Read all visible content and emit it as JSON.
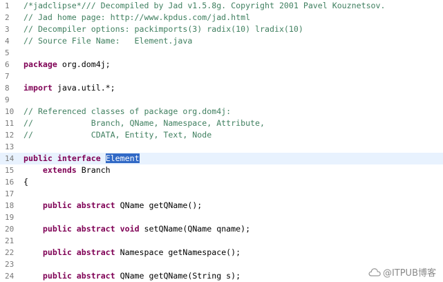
{
  "editor": {
    "current_line": 14,
    "colors": {
      "comment": "#3f7f5f",
      "keyword": "#7f0055",
      "plain": "#000000",
      "line_number": "#787878",
      "current_line_bg": "#e8f2fe",
      "selection_bg": "#3169c6"
    },
    "lines": [
      {
        "n": "1",
        "tokens": [
          {
            "t": "comment",
            "v": "/*jadclipse*/// Decompiled by Jad v1.5.8g. Copyright 2001 Pavel Kouznetsov."
          }
        ]
      },
      {
        "n": "2",
        "tokens": [
          {
            "t": "comment",
            "v": "// Jad home page: http://www.kpdus.com/jad.html"
          }
        ]
      },
      {
        "n": "3",
        "tokens": [
          {
            "t": "comment",
            "v": "// Decompiler options: packimports(3) radix(10) lradix(10)"
          }
        ]
      },
      {
        "n": "4",
        "tokens": [
          {
            "t": "comment",
            "v": "// Source File Name:   Element.java"
          }
        ]
      },
      {
        "n": "5",
        "tokens": []
      },
      {
        "n": "6",
        "tokens": [
          {
            "t": "keyword",
            "v": "package"
          },
          {
            "t": "plain",
            "v": " org.dom4j;"
          }
        ]
      },
      {
        "n": "7",
        "tokens": []
      },
      {
        "n": "8",
        "tokens": [
          {
            "t": "keyword",
            "v": "import"
          },
          {
            "t": "plain",
            "v": " java.util.*;"
          }
        ]
      },
      {
        "n": "9",
        "tokens": []
      },
      {
        "n": "10",
        "tokens": [
          {
            "t": "comment",
            "v": "// Referenced classes of package org.dom4j:"
          }
        ]
      },
      {
        "n": "11",
        "tokens": [
          {
            "t": "comment",
            "v": "//            Branch, QName, Namespace, Attribute,"
          }
        ]
      },
      {
        "n": "12",
        "tokens": [
          {
            "t": "comment",
            "v": "//            CDATA, Entity, Text, Node"
          }
        ]
      },
      {
        "n": "13",
        "tokens": []
      },
      {
        "n": "14",
        "tokens": [
          {
            "t": "keyword",
            "v": "public"
          },
          {
            "t": "plain",
            "v": " "
          },
          {
            "t": "keyword",
            "v": "interface"
          },
          {
            "t": "plain",
            "v": " "
          },
          {
            "t": "select",
            "v": "Element"
          }
        ]
      },
      {
        "n": "15",
        "tokens": [
          {
            "t": "plain",
            "v": "    "
          },
          {
            "t": "keyword",
            "v": "extends"
          },
          {
            "t": "plain",
            "v": " Branch"
          }
        ]
      },
      {
        "n": "16",
        "tokens": [
          {
            "t": "plain",
            "v": "{"
          }
        ]
      },
      {
        "n": "17",
        "tokens": []
      },
      {
        "n": "18",
        "tokens": [
          {
            "t": "plain",
            "v": "    "
          },
          {
            "t": "keyword",
            "v": "public"
          },
          {
            "t": "plain",
            "v": " "
          },
          {
            "t": "keyword",
            "v": "abstract"
          },
          {
            "t": "plain",
            "v": " QName getQName();"
          }
        ]
      },
      {
        "n": "19",
        "tokens": []
      },
      {
        "n": "20",
        "tokens": [
          {
            "t": "plain",
            "v": "    "
          },
          {
            "t": "keyword",
            "v": "public"
          },
          {
            "t": "plain",
            "v": " "
          },
          {
            "t": "keyword",
            "v": "abstract"
          },
          {
            "t": "plain",
            "v": " "
          },
          {
            "t": "keyword",
            "v": "void"
          },
          {
            "t": "plain",
            "v": " setQName(QName qname);"
          }
        ]
      },
      {
        "n": "21",
        "tokens": []
      },
      {
        "n": "22",
        "tokens": [
          {
            "t": "plain",
            "v": "    "
          },
          {
            "t": "keyword",
            "v": "public"
          },
          {
            "t": "plain",
            "v": " "
          },
          {
            "t": "keyword",
            "v": "abstract"
          },
          {
            "t": "plain",
            "v": " Namespace getNamespace();"
          }
        ]
      },
      {
        "n": "23",
        "tokens": []
      },
      {
        "n": "24",
        "tokens": [
          {
            "t": "plain",
            "v": "    "
          },
          {
            "t": "keyword",
            "v": "public"
          },
          {
            "t": "plain",
            "v": " "
          },
          {
            "t": "keyword",
            "v": "abstract"
          },
          {
            "t": "plain",
            "v": " QName getQName(String s);"
          }
        ]
      }
    ]
  },
  "watermark": {
    "text": "@ITPUB博客",
    "icon": "cloud-icon"
  }
}
